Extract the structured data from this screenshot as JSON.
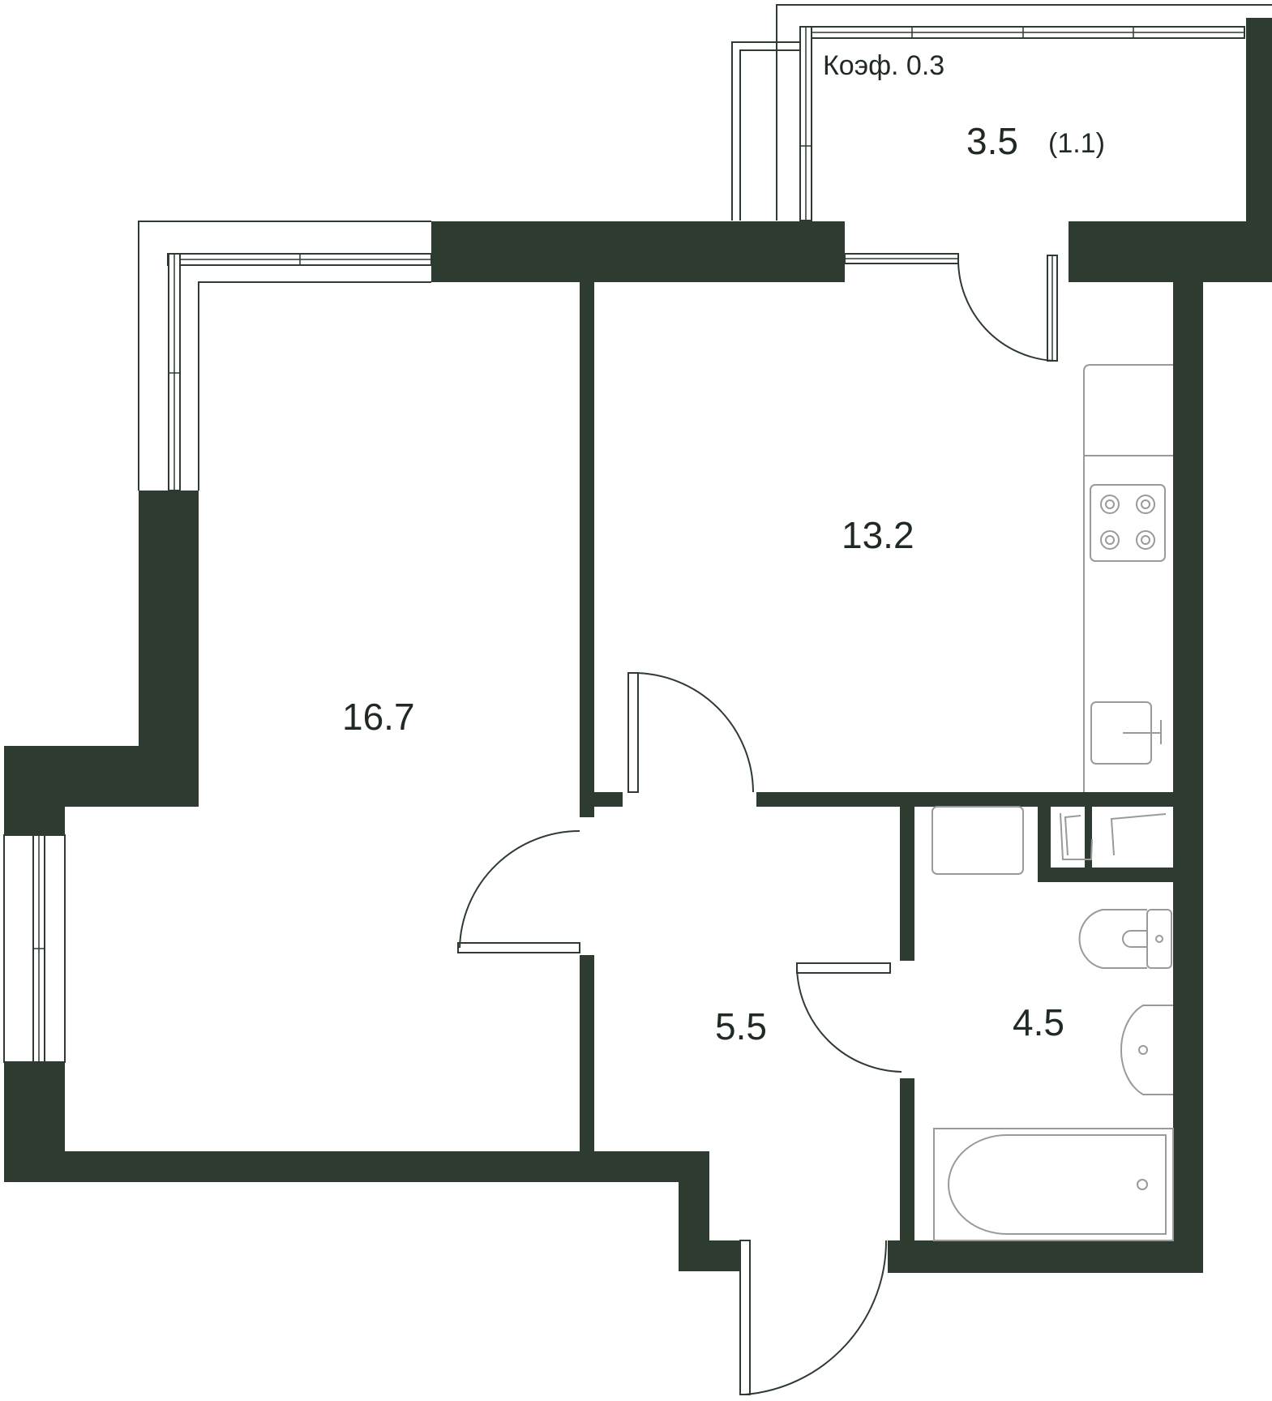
{
  "rooms": {
    "living_room": {
      "area": "16.7"
    },
    "kitchen": {
      "area": "13.2"
    },
    "hallway": {
      "area": "5.5"
    },
    "bathroom": {
      "area": "4.5"
    },
    "balcony": {
      "area": "3.5",
      "reduced_area": "(1.1)",
      "coefficient": "Коэф. 0.3"
    }
  },
  "colors": {
    "wall": "#2d3b30",
    "fixture": "#9a9a9a",
    "background": "#ffffff"
  }
}
